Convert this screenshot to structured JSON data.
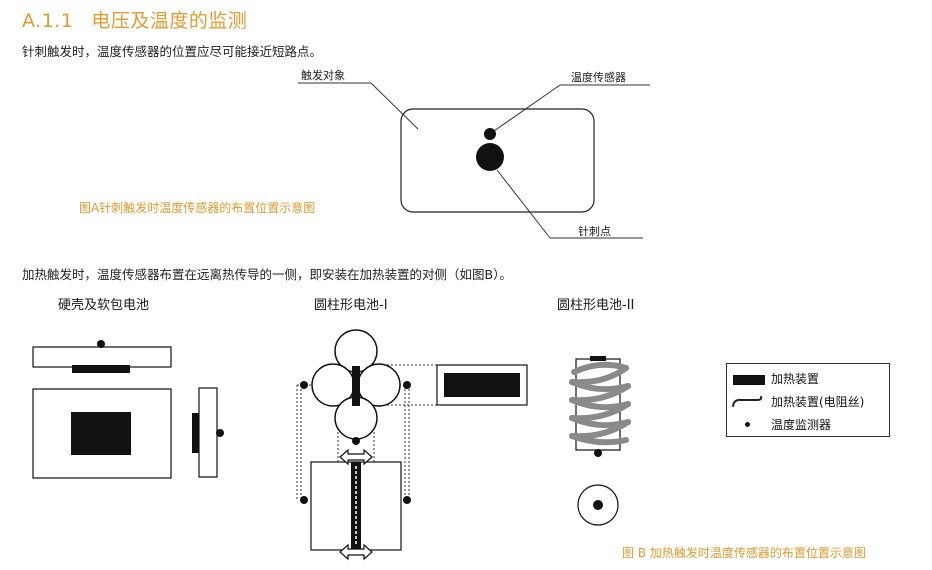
{
  "heading": {
    "number": "A.1.1",
    "title": "电压及温度的监测"
  },
  "intro_a": "针刺触发时，温度传感器的位置应尽可能接近短路点。",
  "figure_a": {
    "callouts": {
      "target": "触发对象",
      "sensor": "温度传感器",
      "needle_point": "针刺点"
    },
    "caption": "图A针刺触发时温度传感器的布置位置示意图"
  },
  "intro_b": "加热触发时，温度传感器布置在远离热传导的一侧，即安装在加热装置的对侧（如图B）。",
  "figure_b": {
    "subtitles": {
      "pouch": "硬壳及软包电池",
      "cylindrical_1": "圆柱形电池-I",
      "cylindrical_2": "圆柱形电池-II"
    },
    "legend": [
      {
        "icon": "heater-block-icon",
        "label": "加热装置"
      },
      {
        "icon": "heating-wire-icon",
        "label": "加热装置(电阻丝)"
      },
      {
        "icon": "sensor-dot-icon",
        "label": "温度监测器"
      }
    ],
    "caption": "图 B 加热触发时温度传感器的布置位置示意图"
  },
  "colors": {
    "accent": "#e39a2e",
    "ink": "#111111",
    "wire": "#8a8a8a"
  }
}
